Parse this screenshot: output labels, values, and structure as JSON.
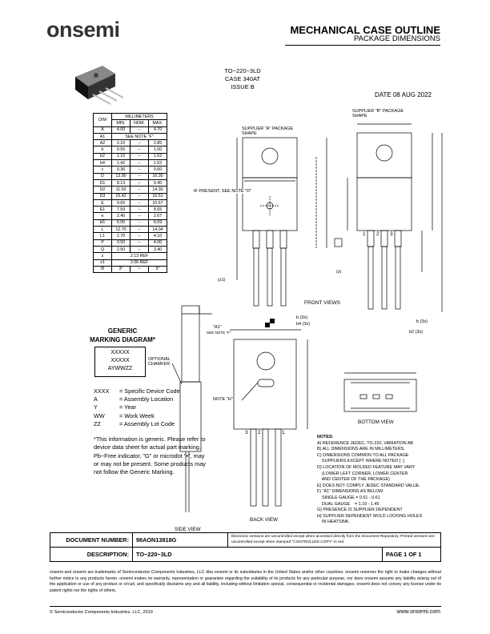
{
  "header": {
    "logo": "onsemi",
    "title": "MECHANICAL CASE OUTLINE",
    "subtitle": "PACKAGE DIMENSIONS"
  },
  "package": {
    "line1": "TO−220−3LD",
    "line2": "CASE 340AT",
    "line3": "ISSUE B",
    "date": "DATE 08 AUG 2022"
  },
  "dim_table": {
    "col_dim": "DIM",
    "col_group": "MILLIMETERS",
    "sub_headers": [
      "MIN.",
      "NOM.",
      "MAX."
    ],
    "rows": [
      [
        "A",
        "4.00",
        "--",
        "4.70"
      ],
      [
        "A1",
        "SEE NOTE \"F\"",
        "",
        ""
      ],
      [
        "A2",
        "2.10",
        "--",
        "2.85"
      ],
      [
        "b",
        "0.55",
        "--",
        "1.00"
      ],
      [
        "b2",
        "1.10",
        "--",
        "1.62"
      ],
      [
        "b4",
        "1.42",
        "--",
        "1.62"
      ],
      [
        "c",
        "0.36",
        "--",
        "0.60"
      ],
      [
        "D",
        "13.90",
        "--",
        "16.30"
      ],
      [
        "D1",
        "8.13",
        "--",
        "9.40"
      ],
      [
        "D2",
        "11.50",
        "--",
        "14.30"
      ],
      [
        "D3",
        "15.42",
        "--",
        "16.51"
      ],
      [
        "E",
        "9.65",
        "--",
        "10.67"
      ],
      [
        "E1",
        "7.59",
        "--",
        "8.65"
      ],
      [
        "e",
        "2.40",
        "--",
        "2.67"
      ],
      [
        "H1",
        "6.06",
        "--",
        "6.69"
      ],
      [
        "L",
        "12.70",
        "--",
        "14.04"
      ],
      [
        "L1",
        "2.70",
        "--",
        "4.10"
      ],
      [
        "P",
        "3.50",
        "--",
        "4.00"
      ],
      [
        "Q",
        "2.50",
        "--",
        "3.40"
      ],
      [
        "z",
        "2.13 REF",
        "",
        ""
      ],
      [
        "z1",
        "2.06 REF",
        "",
        ""
      ],
      [
        "Θ",
        "3°",
        "--",
        "5°"
      ]
    ]
  },
  "drawing_labels": {
    "supplier_a": "SUPPLIER \"A\" PACKAGE SHAPE",
    "supplier_b": "SUPPLIER \"B\" PACKAGE SHAPE",
    "if_present": "IF PRESENT, SEE NOTE \"D\"",
    "front_views": "FRONT VIEWS",
    "side_view": "SIDE VIEW",
    "back_view": "BACK VIEW",
    "bottom_view": "BOTTOM VIEW",
    "optional_chamfer": "OPTIONAL CHAMFER",
    "note_h": "NOTE \"H\"",
    "a1_label": "\"A1\"",
    "see_note_f": "SEE NOTE \"F\"",
    "b3x": "b (3x)",
    "b43x": "b4 (3x)",
    "b23x": "b2 (3x)",
    "z1": "(z1)",
    "z": "(z)",
    "pins_front": [
      "1",
      "2",
      "3"
    ],
    "pins_back": [
      "3",
      "2",
      "1"
    ]
  },
  "marking": {
    "title_line1": "GENERIC",
    "title_line2": "MARKING DIAGRAM*",
    "box_lines": [
      "XXXXX",
      "XXXXX",
      "AYWWZZ"
    ],
    "legend": [
      [
        "XXXX",
        "= Specific Device Code"
      ],
      [
        "A",
        "= Assembly Location"
      ],
      [
        "Y",
        "= Year"
      ],
      [
        "WW",
        "= Work Week"
      ],
      [
        "ZZ",
        "= Assembly Lot Code"
      ]
    ],
    "note": "*This information is generic. Please refer to device data sheet for actual part marking. Pb−Free indicator, \"G\" or microdot \"•\", may or may not be present. Some products may not follow the Generic Marking."
  },
  "notes": {
    "title": "NOTES:",
    "items": [
      "A) REFERENCE JEDEC, TO-220, VARIATION AB",
      "B) ALL DIMENSIONS ARE IN MILLIMETERS.",
      "C) DIMENSIONS COMMON TO ALL PACKAGE",
      "    SUPPLIERS EXCEPT WHERE NOTED [  ].",
      "D) LOCATION OF MOLDED FEATURE MAY VARY",
      "    (LOWER LEFT CORNER, LOWER CENTER",
      "    AND CENTER OF THE PACKAGE)",
      "E) DOES NOT COMPLY JEDEC STANDARD VALUE.",
      "F) \"A1\" DIMENSIONS AS BELOW:",
      "    SINGLE GAUGE = 0.51 - 0.61",
      "    DUAL GAUGE    = 1.10 - 1.45",
      "G) PRESENCE IS SUPPLIER DEPENDENT",
      "H) SUPPLIER DEPENDENT MOLD LOCKING HOLES",
      "    IN HEATSINK."
    ]
  },
  "doc_info": {
    "number_label": "DOCUMENT NUMBER:",
    "number_value": "98AON13818G",
    "desc_label": "DESCRIPTION:",
    "desc_value": "TO−220−3LD",
    "page": "PAGE 1 OF 1",
    "repo_note": "Electronic versions are uncontrolled except when accessed directly from the Document Repository. Printed versions are uncontrolled except when stamped \"CONTROLLED COPY\" in red."
  },
  "disclaimer": "onsemi and onsemi are trademarks of Semiconductor Components Industries, LLC dba onsemi or its subsidiaries in the United States and/or other countries. onsemi reserves the right to make changes without further notice to any products herein. onsemi makes no warranty, representation or guarantee regarding the suitability of its products for any particular purpose, nor does onsemi assume any liability arising out of the application or use of any product or circuit, and specifically disclaims any and all liability, including without limitation special, consequential or incidental damages. onsemi does not convey any license under its patent rights nor the rights of others.",
  "footer": {
    "copyright": "© Semiconductor Components Industries, LLC, 2019",
    "url": "www.onsemi.com"
  }
}
